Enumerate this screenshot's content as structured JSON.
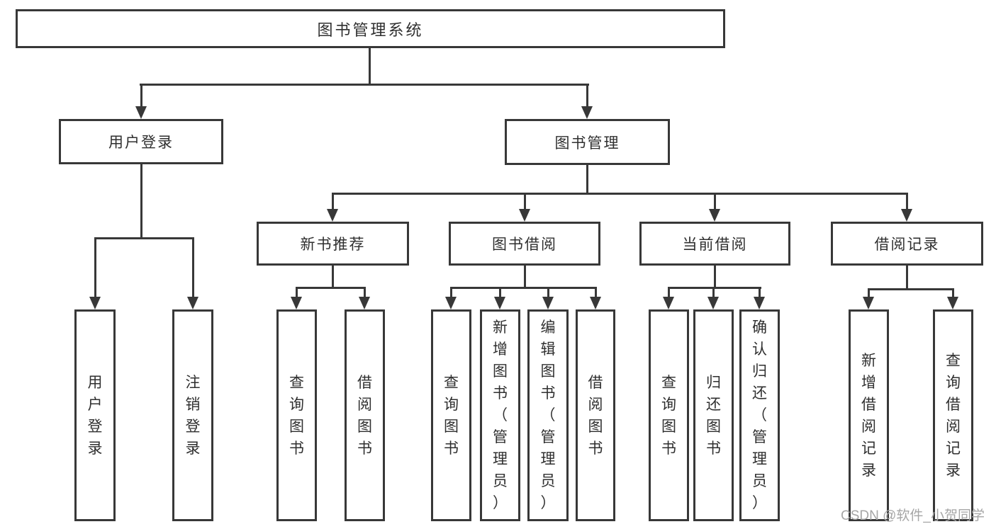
{
  "colors": {
    "line": "#383838",
    "text": "#2f2f2f",
    "box_background": "#ffffff",
    "watermark": "#a6a6a6",
    "background": "#ffffff"
  },
  "watermark": {
    "text": "CSDN @软件_小贺同学"
  },
  "tree": {
    "root": {
      "label": "图书管理系统"
    },
    "user_login": {
      "label": "用户登录",
      "children": {
        "login": {
          "label": "用户登录"
        },
        "logout": {
          "label": "注销登录"
        }
      }
    },
    "book_mgmt": {
      "label": "图书管理",
      "children": {
        "new_books": {
          "label": "新书推荐",
          "children": {
            "query_books": {
              "label": "查询图书"
            },
            "borrow_books": {
              "label": "借阅图书"
            }
          }
        },
        "book_borrow": {
          "label": "图书借阅",
          "children": {
            "query_books": {
              "label": "查询图书"
            },
            "add_books": {
              "label": "新增图书（管理员）"
            },
            "edit_books": {
              "label": "编辑图书（管理员）"
            },
            "borrow_books": {
              "label": "借阅图书"
            }
          }
        },
        "current_borrow": {
          "label": "当前借阅",
          "children": {
            "query_books": {
              "label": "查询图书"
            },
            "return_books": {
              "label": "归还图书"
            },
            "confirm_return": {
              "label": "确认归还（管理员）"
            }
          }
        },
        "borrow_records": {
          "label": "借阅记录",
          "children": {
            "add_record": {
              "label": "新增借阅记录"
            },
            "query_record": {
              "label": "查询借阅记录"
            }
          }
        }
      }
    }
  }
}
